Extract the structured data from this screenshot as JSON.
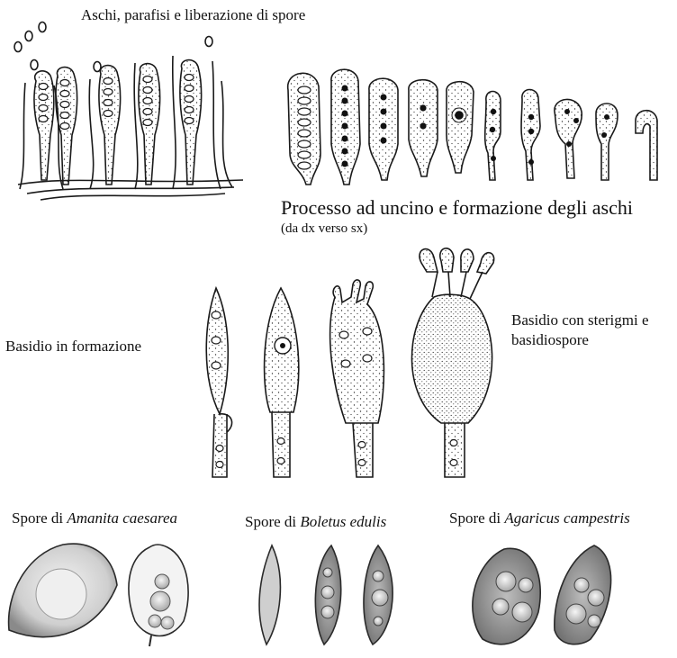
{
  "labels": {
    "asci_title": "Aschi, parafisi e liberazione di spore",
    "uncino_title": "Processo ad uncino e formazione degli aschi",
    "uncino_note": "(da dx verso sx)",
    "basidio_formazione": "Basidio in formazione",
    "basidio_sterigmi_line1": "Basidio con sterigmi e",
    "basidio_sterigmi_line2": "basidiospore",
    "spore_prefix_1": "Spore di ",
    "spore_species_1": "Amanita caesarea",
    "spore_prefix_2": "Spore di ",
    "spore_species_2": "Boletus edulis",
    "spore_prefix_3": "Spore di ",
    "spore_species_3": "Agaricus campestris"
  },
  "colors": {
    "ink": "#1a1a1a",
    "cell_fill": "#f4f4f4",
    "spore_dark": "#9a9a9a",
    "spore_light": "#d9d9d9"
  }
}
